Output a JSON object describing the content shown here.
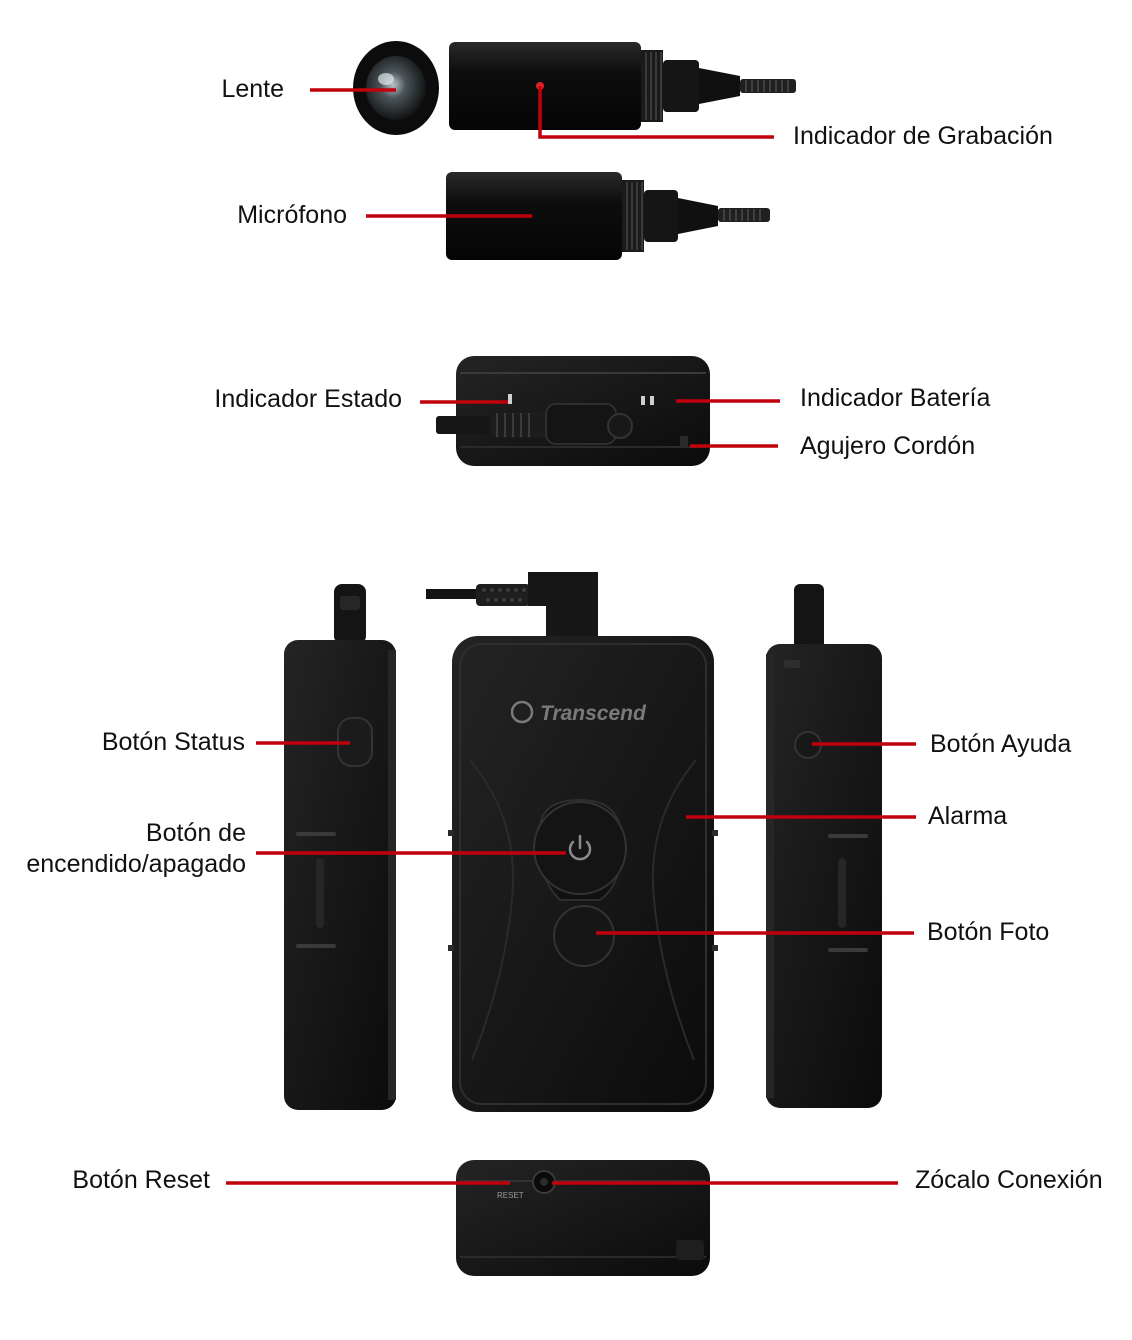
{
  "colors": {
    "leader_line": "#c0000d",
    "device_body": "#121212",
    "device_edge": "#3a3a3a",
    "background": "#ffffff",
    "label_text": "#111111"
  },
  "labels": {
    "lente": "Lente",
    "indicador_grabacion": "Indicador de Grabación",
    "microfono": "Micrófono",
    "indicador_estado": "Indicador Estado",
    "indicador_bateria": "Indicador Batería",
    "agujero_cordon": "Agujero Cordón",
    "boton_status": "Botón Status",
    "boton_ayuda": "Botón Ayuda",
    "alarma": "Alarma",
    "boton_encendido": [
      "Botón de",
      "encendido/apagado"
    ],
    "boton_foto": "Botón Foto",
    "boton_reset": "Botón Reset",
    "zocalo_conexion": "Zócalo Conexión"
  },
  "device_markings": {
    "brand_logo_text": "Transcend",
    "reset_marking": "RESET"
  },
  "icons": {
    "power": "power-icon"
  }
}
